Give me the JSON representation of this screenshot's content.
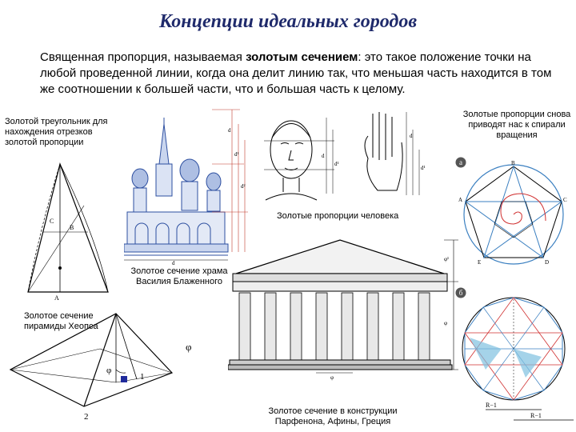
{
  "title": "Концепции идеальных городов",
  "intro": {
    "part1": "Священная пропорция, называемая ",
    "highlight": "золотым сечением",
    "part2": ": это такое положение точки на любой проведенной линии, когда она делит линию так, что меньшая часть находится в том же соотношении к большей части, что и большая часть к целому."
  },
  "captions": {
    "triangle": "Золотой треугольник для нахождения отрезков золотой пропорции",
    "spiral": "Золотые пропорции снова приводят нас к спирали вращения",
    "human": "Золотые пропорции человека",
    "cathedral": "Золотое сечение храма Василия Блаженного",
    "pyramid": "Золотое сечение пирамиды Хеопса",
    "parthenon": "Золотое сечение в конструкции Парфенона, Афины, Греция"
  },
  "figure_labels": {
    "badge_a": "а",
    "badge_b": "б",
    "phi": "φ",
    "one": "1",
    "two": "2",
    "r_minus_1": "R−1"
  },
  "colors": {
    "title": "#1f2a6b",
    "cathedral_blue": "#2d4fa0",
    "geometry_blue": "#3a7fc0",
    "geometry_red": "#d03030"
  }
}
